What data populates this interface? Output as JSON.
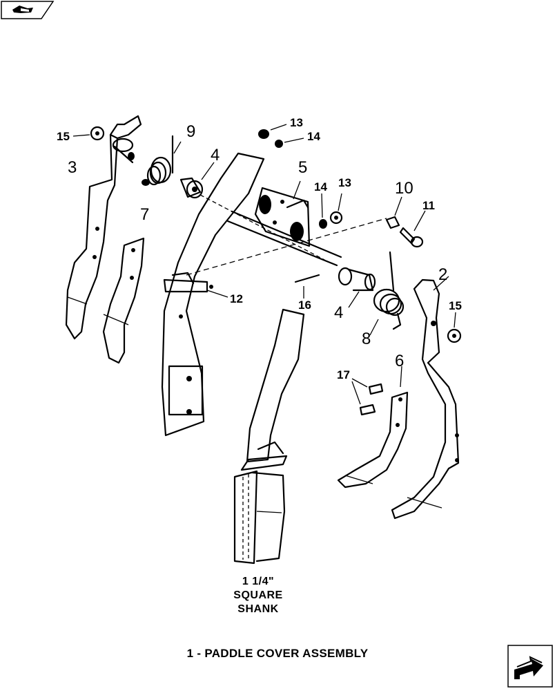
{
  "caption": "1 - PADDLE COVER ASSEMBLY",
  "shank_label": {
    "line1": "1  1/4\"",
    "line2": "SQUARE",
    "line3": "SHANK"
  },
  "callouts": {
    "c1": "2",
    "c2": "3",
    "c3": "4",
    "c4": "4",
    "c5": "5",
    "c6": "6",
    "c7": "7",
    "c8": "8",
    "c9": "9",
    "c10": "10",
    "c11": "11",
    "c12": "12",
    "c13": "13",
    "c14": "13",
    "c15": "14",
    "c16": "14",
    "c17": "15",
    "c18": "15",
    "c19": "16",
    "c20": "17"
  },
  "icons": {
    "top_tab": "back-arrow-icon",
    "bottom_nav": "next-arrow-icon"
  }
}
